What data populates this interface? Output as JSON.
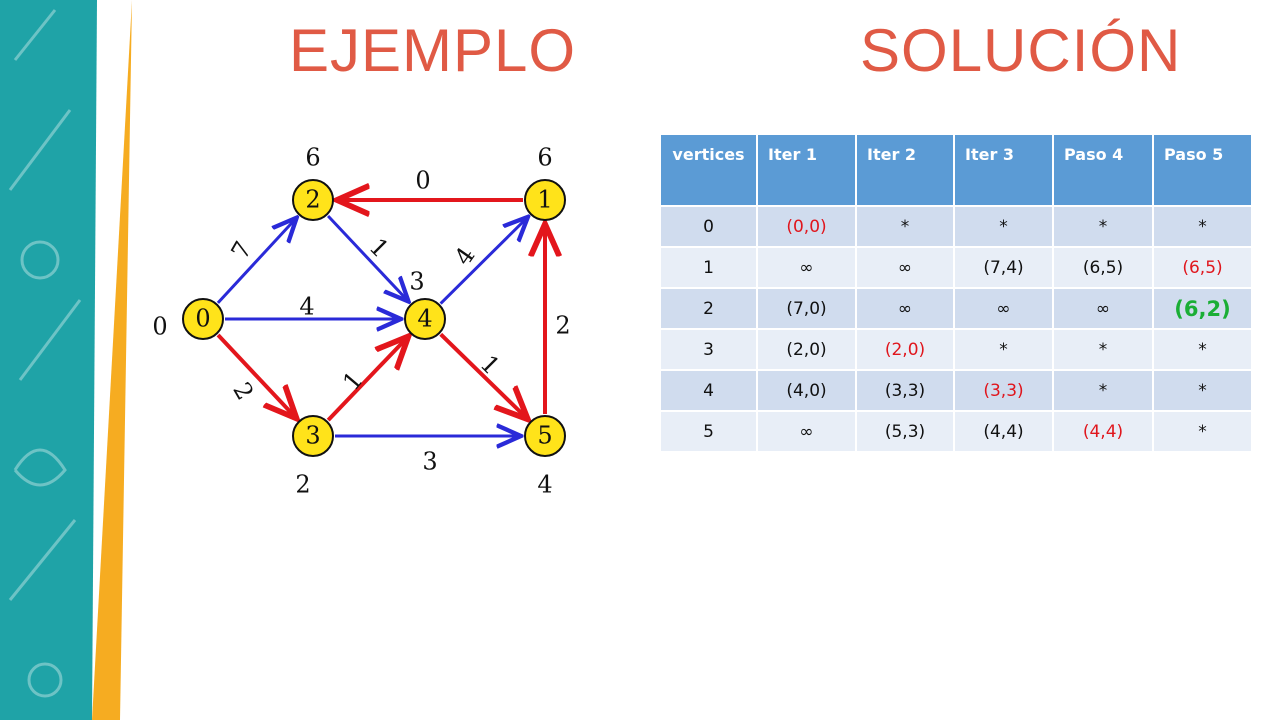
{
  "titles": {
    "left": "EJEMPLO",
    "right": "SOLUCIÓN"
  },
  "colors": {
    "title": "#E05A45",
    "band_teal": "#1FA3A7",
    "band_orange": "#F6AC21",
    "table_header": "#5B9BD5",
    "row_odd": "#D0DCEE",
    "row_even": "#E8EEF7",
    "text_red": "#E0161D",
    "text_green": "#1AAE35",
    "edge_blue": "#2A2AD8",
    "edge_red": "#E3161C",
    "node_fill": "#FFE31A"
  },
  "graph": {
    "nodes": [
      {
        "id": "0",
        "label": "0",
        "dist_label": "0"
      },
      {
        "id": "1",
        "label": "1",
        "dist_label": "6"
      },
      {
        "id": "2",
        "label": "2",
        "dist_label": "6"
      },
      {
        "id": "3",
        "label": "3",
        "dist_label": "2"
      },
      {
        "id": "4",
        "label": "4",
        "dist_label": "3"
      },
      {
        "id": "5",
        "label": "5",
        "dist_label": "4"
      }
    ],
    "edges": [
      {
        "from": "0",
        "to": "2",
        "weight": "7",
        "color": "blue"
      },
      {
        "from": "0",
        "to": "4",
        "weight": "4",
        "color": "blue"
      },
      {
        "from": "0",
        "to": "3",
        "weight": "2",
        "color": "red"
      },
      {
        "from": "1",
        "to": "2",
        "weight": "0",
        "color": "red"
      },
      {
        "from": "2",
        "to": "4",
        "weight": "1",
        "color": "blue"
      },
      {
        "from": "4",
        "to": "1",
        "weight": "4",
        "color": "blue"
      },
      {
        "from": "3",
        "to": "4",
        "weight": "1",
        "color": "red"
      },
      {
        "from": "3",
        "to": "5",
        "weight": "3",
        "color": "blue"
      },
      {
        "from": "4",
        "to": "5",
        "weight": "1",
        "color": "red"
      },
      {
        "from": "5",
        "to": "1",
        "weight": "2",
        "color": "red"
      }
    ]
  },
  "table": {
    "headers": [
      "vertices",
      "Iter 1",
      "Iter 2",
      "Iter 3",
      "Paso 4",
      "Paso 5"
    ],
    "rows": [
      [
        {
          "text": "0"
        },
        {
          "text": "(0,0)",
          "color": "red"
        },
        {
          "text": "*"
        },
        {
          "text": "*"
        },
        {
          "text": "*"
        },
        {
          "text": "*"
        }
      ],
      [
        {
          "text": "1"
        },
        {
          "text": "∞"
        },
        {
          "text": "∞"
        },
        {
          "text": "(7,4)"
        },
        {
          "text": "(6,5)"
        },
        {
          "text": "(6,5)",
          "color": "red"
        }
      ],
      [
        {
          "text": "2"
        },
        {
          "text": "(7,0)"
        },
        {
          "text": "∞"
        },
        {
          "text": "∞"
        },
        {
          "text": "∞"
        },
        {
          "text": "(6,2)",
          "color": "green"
        }
      ],
      [
        {
          "text": "3"
        },
        {
          "text": "(2,0)"
        },
        {
          "text": "(2,0)",
          "color": "red"
        },
        {
          "text": "*"
        },
        {
          "text": "*"
        },
        {
          "text": "*"
        }
      ],
      [
        {
          "text": "4"
        },
        {
          "text": "(4,0)"
        },
        {
          "text": "(3,3)"
        },
        {
          "text": "(3,3)",
          "color": "red"
        },
        {
          "text": "*"
        },
        {
          "text": "*"
        }
      ],
      [
        {
          "text": "5"
        },
        {
          "text": "∞"
        },
        {
          "text": "(5,3)"
        },
        {
          "text": "(4,4)"
        },
        {
          "text": "(4,4)",
          "color": "red"
        },
        {
          "text": "*"
        }
      ]
    ]
  }
}
